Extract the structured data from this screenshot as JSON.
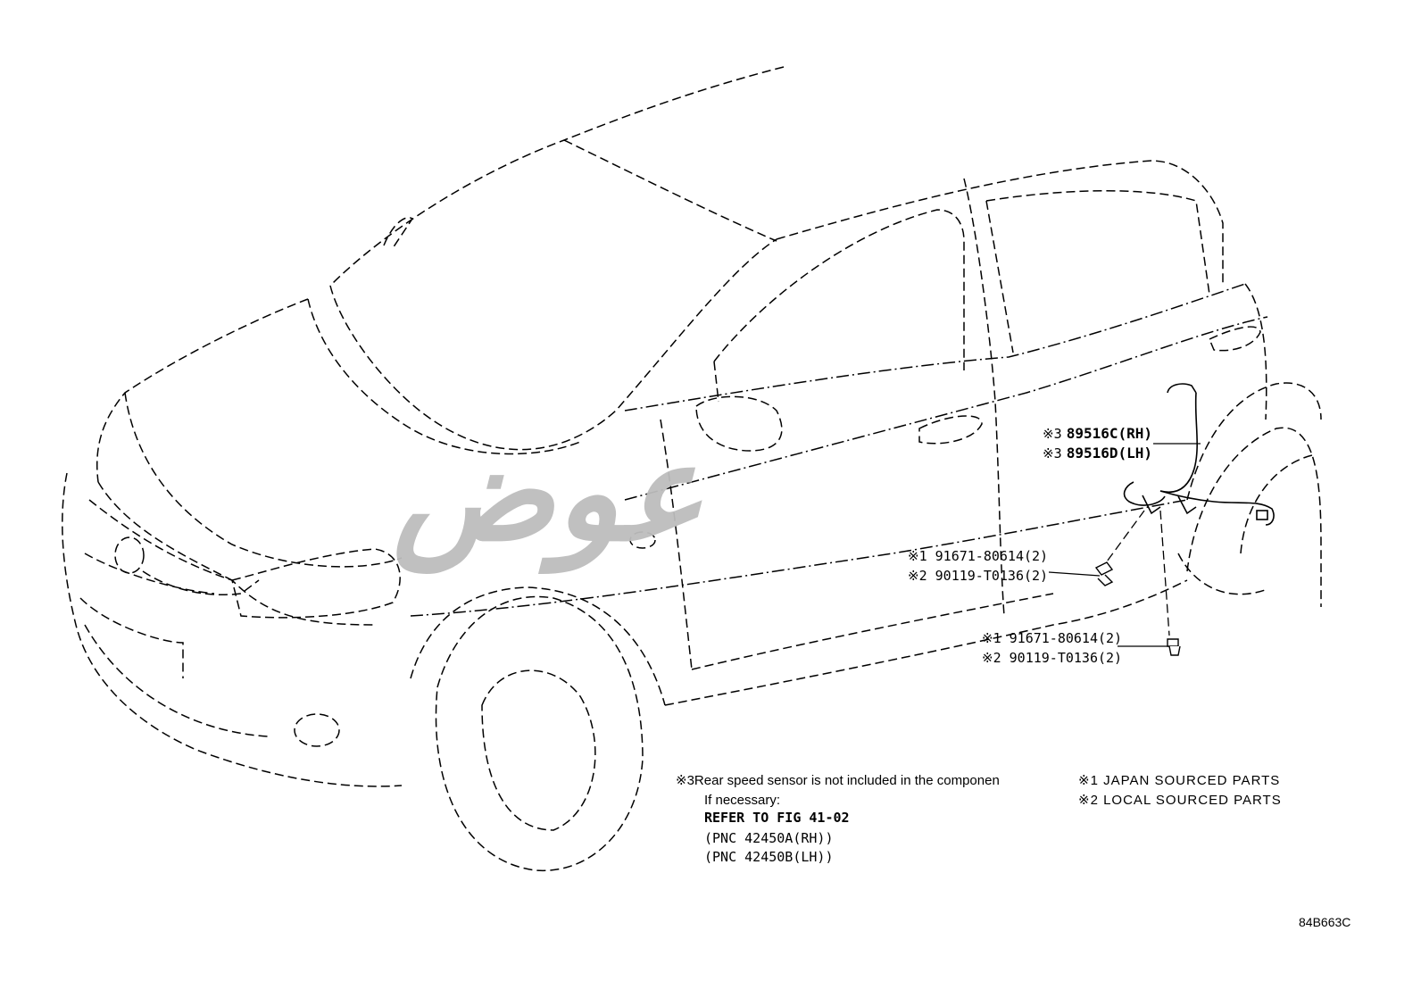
{
  "diagram": {
    "callout_rear_sensor": {
      "line1": {
        "mark": "※3",
        "part": "89516C(RH)"
      },
      "line2": {
        "mark": "※3",
        "part": "89516D(LH)"
      }
    },
    "callout_bolt_upper": {
      "line1": {
        "mark": "※1",
        "part": "91671-80614(2)"
      },
      "line2": {
        "mark": "※2",
        "part": "90119-T0136(2)"
      }
    },
    "callout_bolt_lower": {
      "line1": {
        "mark": "※1",
        "part": "91671-80614(2)"
      },
      "line2": {
        "mark": "※2",
        "part": "90119-T0136(2)"
      }
    },
    "footnote": {
      "mark": "※3",
      "text": "Rear speed sensor is not included in the componen",
      "if_necessary": "If necessary:",
      "refer": "REFER TO FIG 41-02",
      "pnc_rh": "(PNC 42450A(RH))",
      "pnc_lh": "(PNC 42450B(LH))"
    },
    "legend": [
      {
        "mark": "※1",
        "text": "JAPAN SOURCED PARTS"
      },
      {
        "mark": "※2",
        "text": "LOCAL SOURCED PARTS"
      }
    ],
    "figure_code": "84B663C",
    "watermark": "عوض"
  }
}
